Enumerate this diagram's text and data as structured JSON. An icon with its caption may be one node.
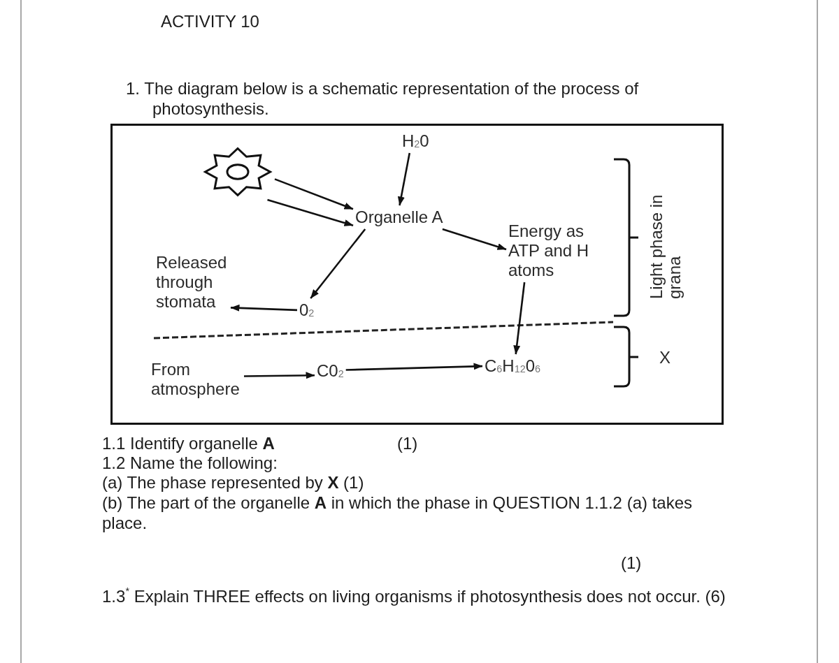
{
  "diagram": {
    "title": "ACTIVITY 10",
    "nodes": [
      {
        "text": [],
        "shape": "sun"
      },
      {
        "text": [
          "H$_{2}$0"
        ]
      },
      {
        "text": [
          "Organelle A"
        ]
      },
      {
        "text": [
          "Energy as ATP and H atoms"
        ]
      },
      {
        "text": [
          "Released through stomata"
        ]
      },
      {
        "text": [
          "0$_{2}$"
        ]
      },
      {
        "text": [
          "From atmosphere"
        ]
      },
      {
        "text": [
          "C0$_{2}$"
        ]
      },
      {
        "text": [
          "C$_{6}$H$_{12}$0$_{6}$"
        ]
      }
    ],
    "edges": [
      {
        "from": 0,
        "to": 2,
        "arrow": "to"
      },
      {
        "from": 0,
        "to": 2,
        "arrow": "to"
      },
      {
        "from": 1,
        "to": 2,
        "arrow": "to"
      },
      {
        "from": 2,
        "to": 3,
        "arrow": "to"
      },
      {
        "from": 2,
        "to": 5,
        "arrow": "to"
      },
      {
        "from": 5,
        "to": 4,
        "arrow": "to"
      },
      {
        "from": 3,
        "to": 8,
        "arrow": "to"
      },
      {
        "from": 6,
        "to": 7,
        "arrow": "to"
      },
      {
        "from": 7,
        "to": 8,
        "arrow": "to"
      }
    ],
    "labels": [
      "1. The diagram below is a schematic representation of the process of photosynthesis.",
      "Light phase in grana",
      "X",
      "1.1 Identify organelle **A**",
      "(1)",
      "1.2 Name the following:",
      "(a) The phase represented by **X** (1)",
      "(b) The part of the organelle **A** in which the phase in QUESTION 1.1.2 (a) takes place.",
      "(1)",
      "1.3$^{*}$ Explain THREE effects on living organisms if photosynthesis does not occur. (6)"
    ]
  }
}
